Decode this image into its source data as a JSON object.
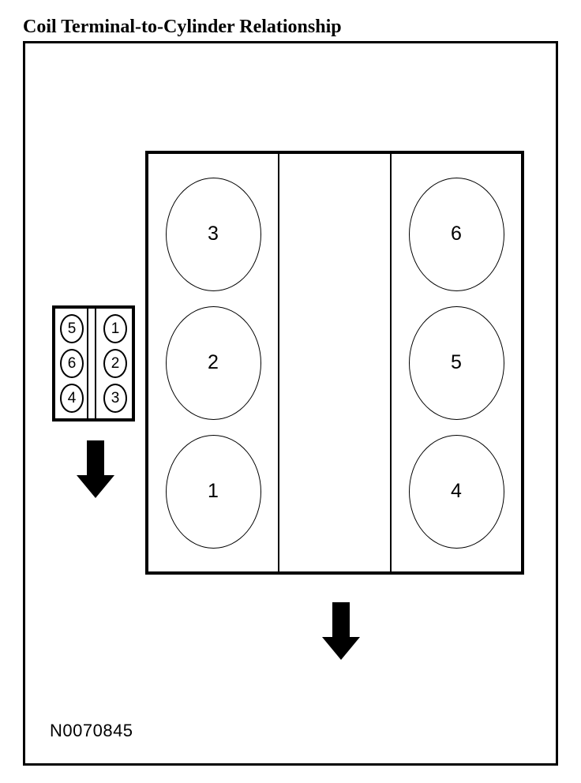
{
  "title": "Coil Terminal-to-Cylinder Relationship",
  "reference": "N0070845",
  "coil_pack": {
    "name": "ignition-coil-pack",
    "left_column": [
      {
        "terminal": "5"
      },
      {
        "terminal": "6"
      },
      {
        "terminal": "4"
      }
    ],
    "right_column": [
      {
        "terminal": "1"
      },
      {
        "terminal": "2"
      },
      {
        "terminal": "3"
      }
    ]
  },
  "engine_block": {
    "name": "engine-block",
    "left_bank": [
      {
        "cylinder": "3"
      },
      {
        "cylinder": "2"
      },
      {
        "cylinder": "1"
      }
    ],
    "right_bank": [
      {
        "cylinder": "6"
      },
      {
        "cylinder": "5"
      },
      {
        "cylinder": "4"
      }
    ]
  },
  "arrows": [
    {
      "name": "coil-orientation-arrow",
      "direction": "down"
    },
    {
      "name": "engine-orientation-arrow",
      "direction": "down"
    }
  ],
  "colors": {
    "ink": "#000000",
    "paper": "#ffffff"
  }
}
